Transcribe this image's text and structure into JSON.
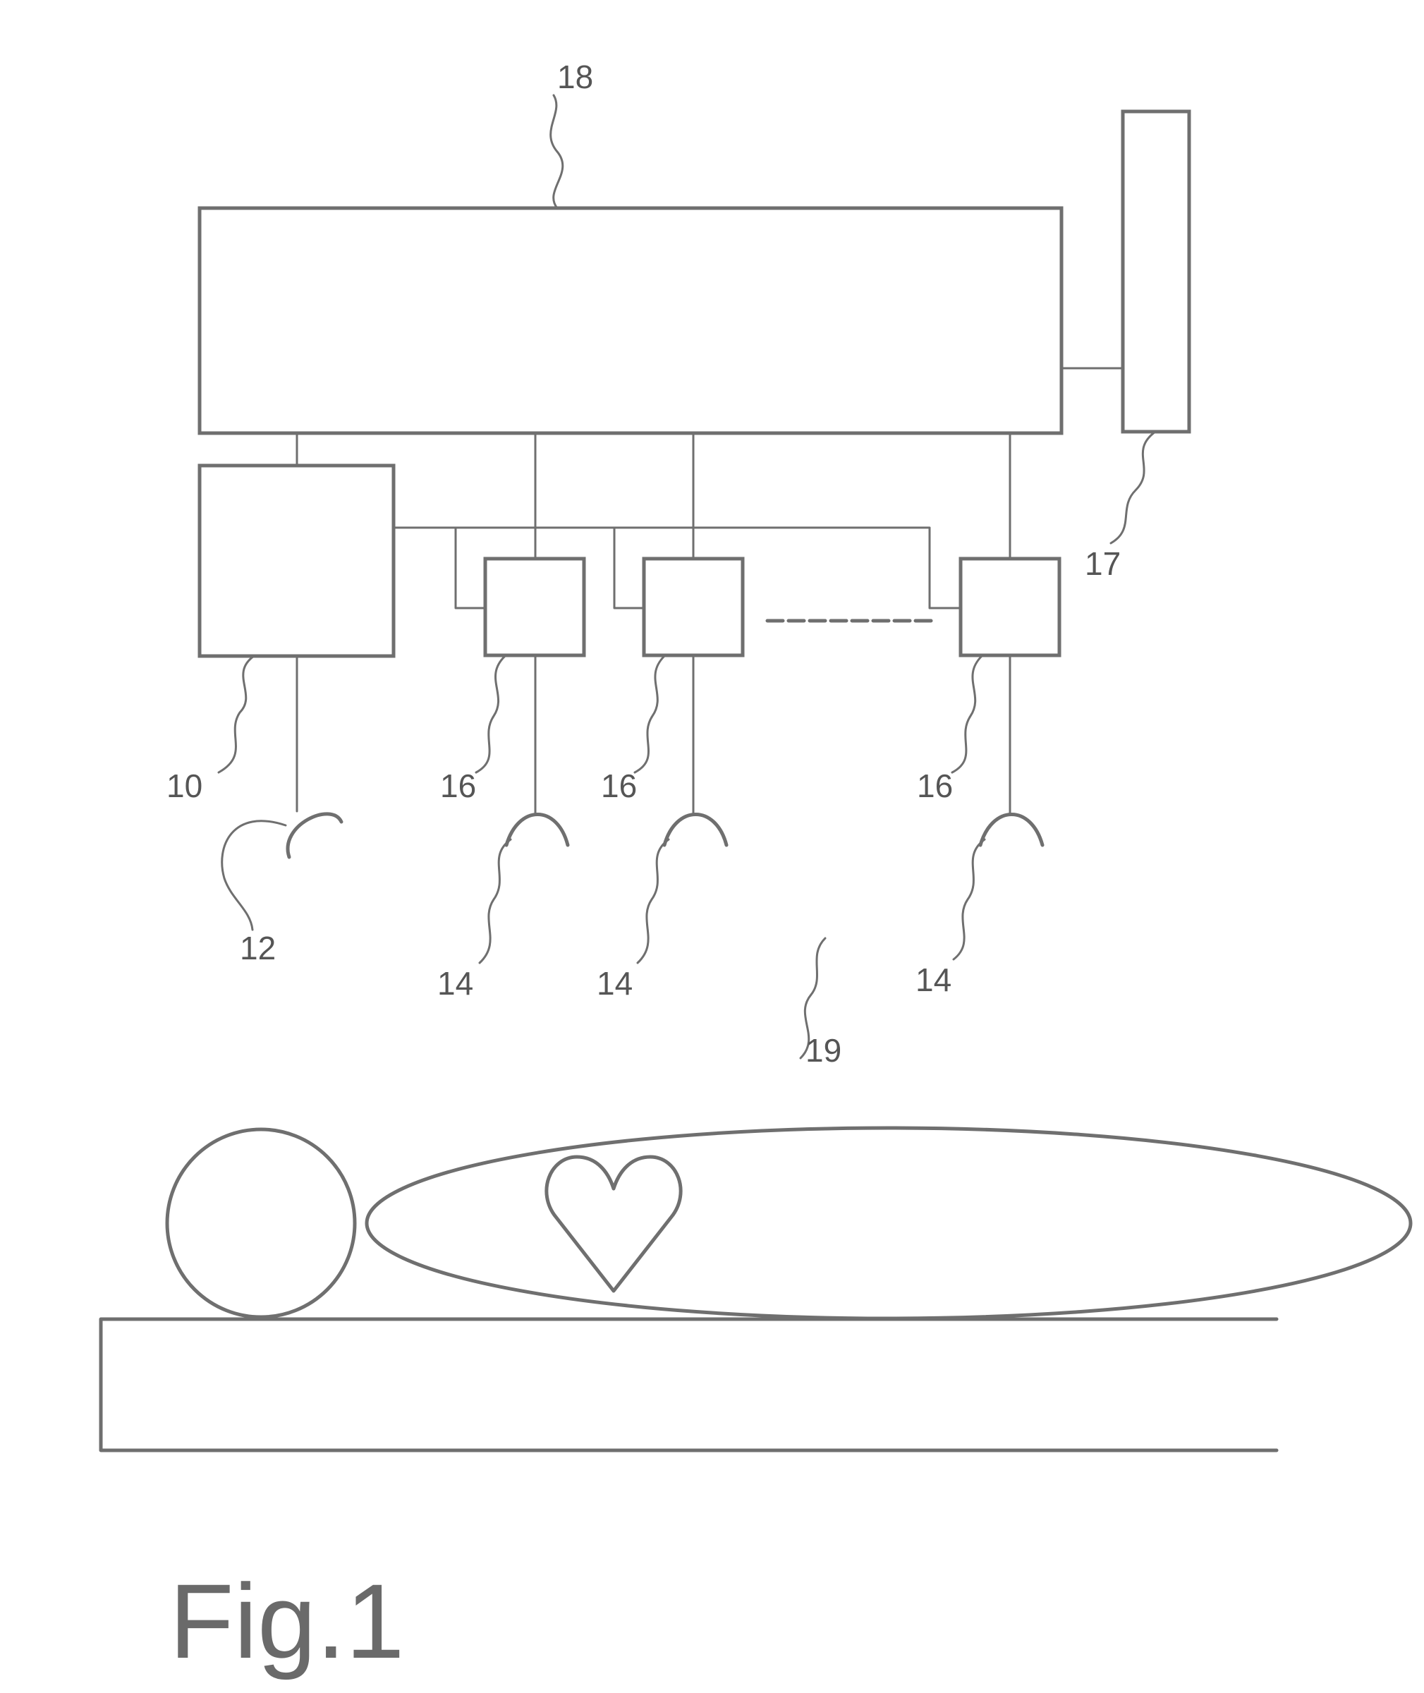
{
  "labels": {
    "unit_18": "18",
    "unit_17": "17",
    "unit_10": "10",
    "electrode_12": "12",
    "unit_16_a": "16",
    "unit_16_b": "16",
    "unit_16_c": "16",
    "electrode_14_a": "14",
    "electrode_14_b": "14",
    "electrode_14_c": "14",
    "patient_19": "19"
  },
  "caption": "Fig.1"
}
